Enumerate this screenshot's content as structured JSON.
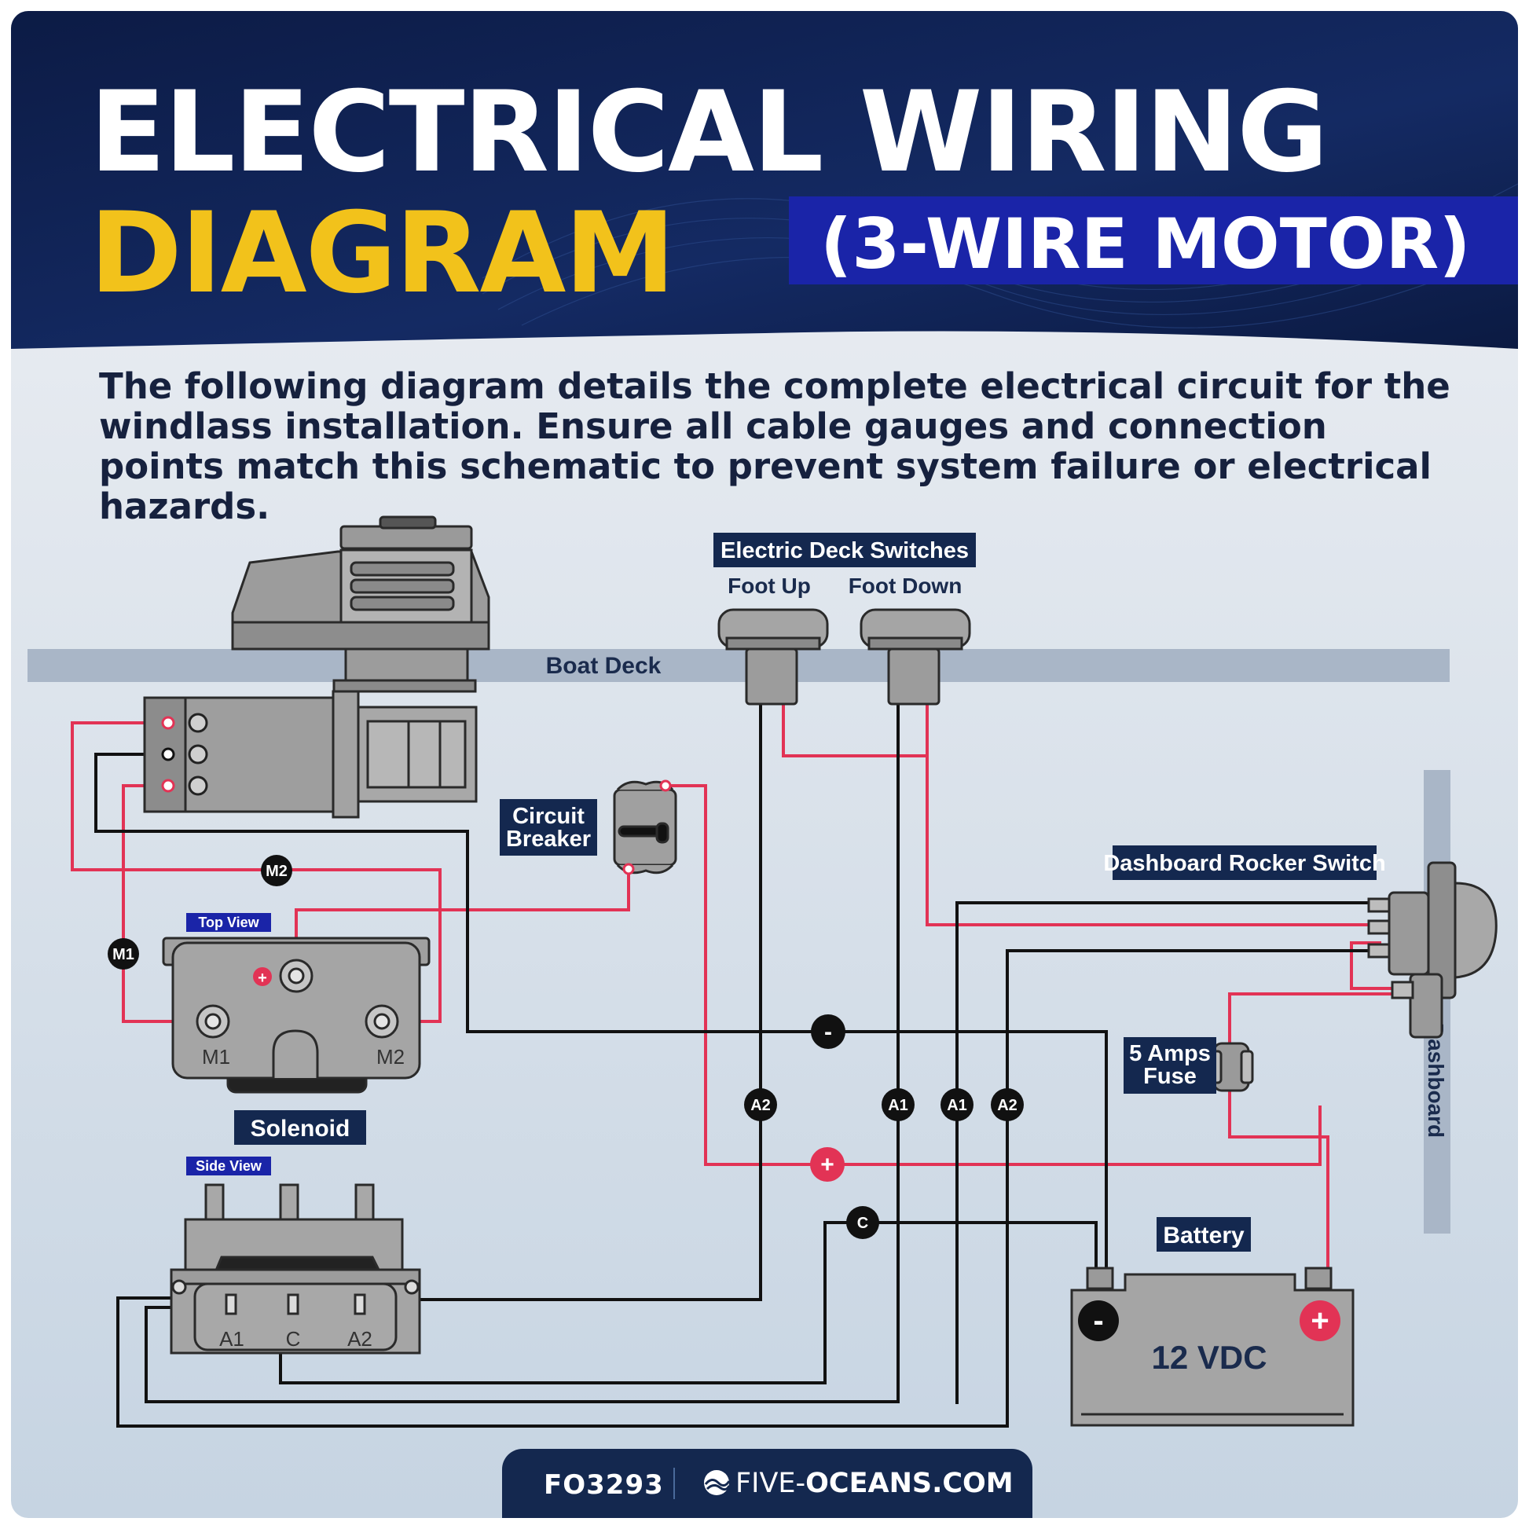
{
  "header": {
    "title_line1": "ELECTRICAL WIRING",
    "title_line2": "DIAGRAM",
    "subtitle": "(3-WIRE MOTOR)"
  },
  "intro": "The following diagram details the complete electrical circuit for the windlass installation. Ensure all cable gauges and connection points match this schematic to prevent system failure or electrical hazards.",
  "labels": {
    "deck_switches": "Electric Deck Switches",
    "foot_up": "Foot Up",
    "foot_down": "Foot Down",
    "boat_deck": "Boat Deck",
    "circuit_breaker_1": "Circuit",
    "circuit_breaker_2": "Breaker",
    "rocker_switch": "Dashboard Rocker Switch",
    "boat_dashboard": "Boat Dashboard",
    "fuse_1": "5 Amps",
    "fuse_2": "Fuse",
    "top_view": "Top View",
    "side_view": "Side View",
    "solenoid": "Solenoid",
    "battery": "Battery",
    "battery_voltage": "12 VDC"
  },
  "terminals": {
    "m1": "M1",
    "m2": "M2",
    "a1": "A1",
    "a2": "A2",
    "c": "C",
    "plus": "+",
    "minus": "-"
  },
  "colors": {
    "navy": "#0f1f4d",
    "accent_blue": "#1a24a8",
    "yellow": "#f2c21b",
    "wire_red": "#e23355",
    "wire_black": "#111111",
    "component_grey": "#9c9c9c"
  },
  "footer": {
    "code": "FO3293",
    "brand_prefix": "FIVE-",
    "brand_suffix": "OCEANS.COM"
  }
}
